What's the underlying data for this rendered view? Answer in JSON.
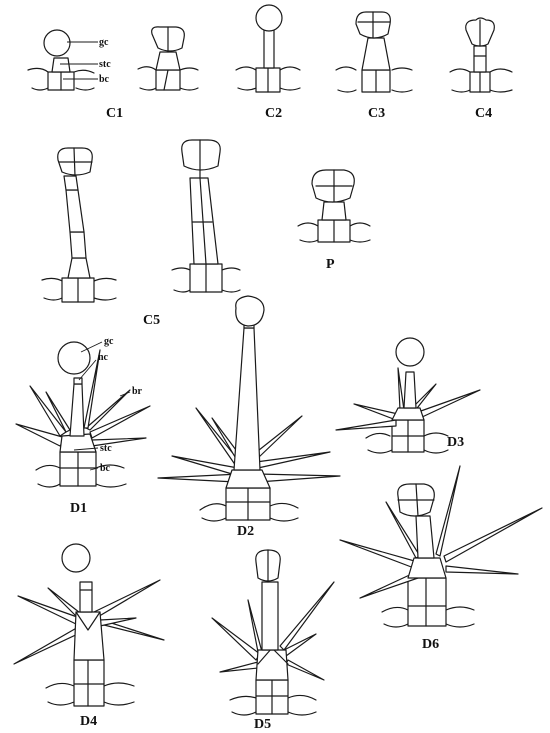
{
  "panels": {
    "C1": "C1",
    "C2": "C2",
    "C3": "C3",
    "C4": "C4",
    "C5": "C5",
    "P": "P",
    "D1": "D1",
    "D2": "D2",
    "D3": "D3",
    "D4": "D4",
    "D5": "D5",
    "D6": "D6"
  },
  "annotations": {
    "c1_gc": "gc",
    "c1_stc": "stc",
    "c1_bc": "bc",
    "d1_gc": "gc",
    "d1_nc": "nc",
    "d1_br": "br",
    "d1_stc": "stc",
    "d1_bc": "bc"
  }
}
